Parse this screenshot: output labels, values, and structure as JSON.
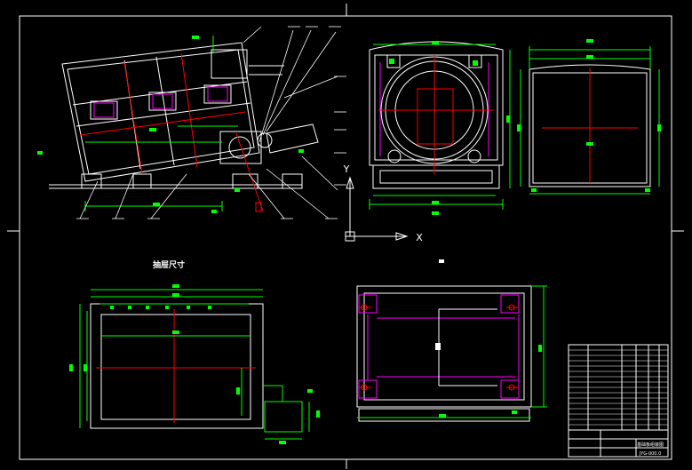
{
  "drawing": {
    "section_label": "抽屉尺寸",
    "axis_x_label": "X",
    "axis_y_label": "Y"
  },
  "title_block": {
    "name": "基础板组装图",
    "code": "JYG-000.0"
  },
  "colors": {
    "background": "#000000",
    "outline": "#ffffff",
    "dimension": "#00ff00",
    "centerline": "#ff0000",
    "hidden": "#ff00ff",
    "frame": "#ffffff"
  }
}
